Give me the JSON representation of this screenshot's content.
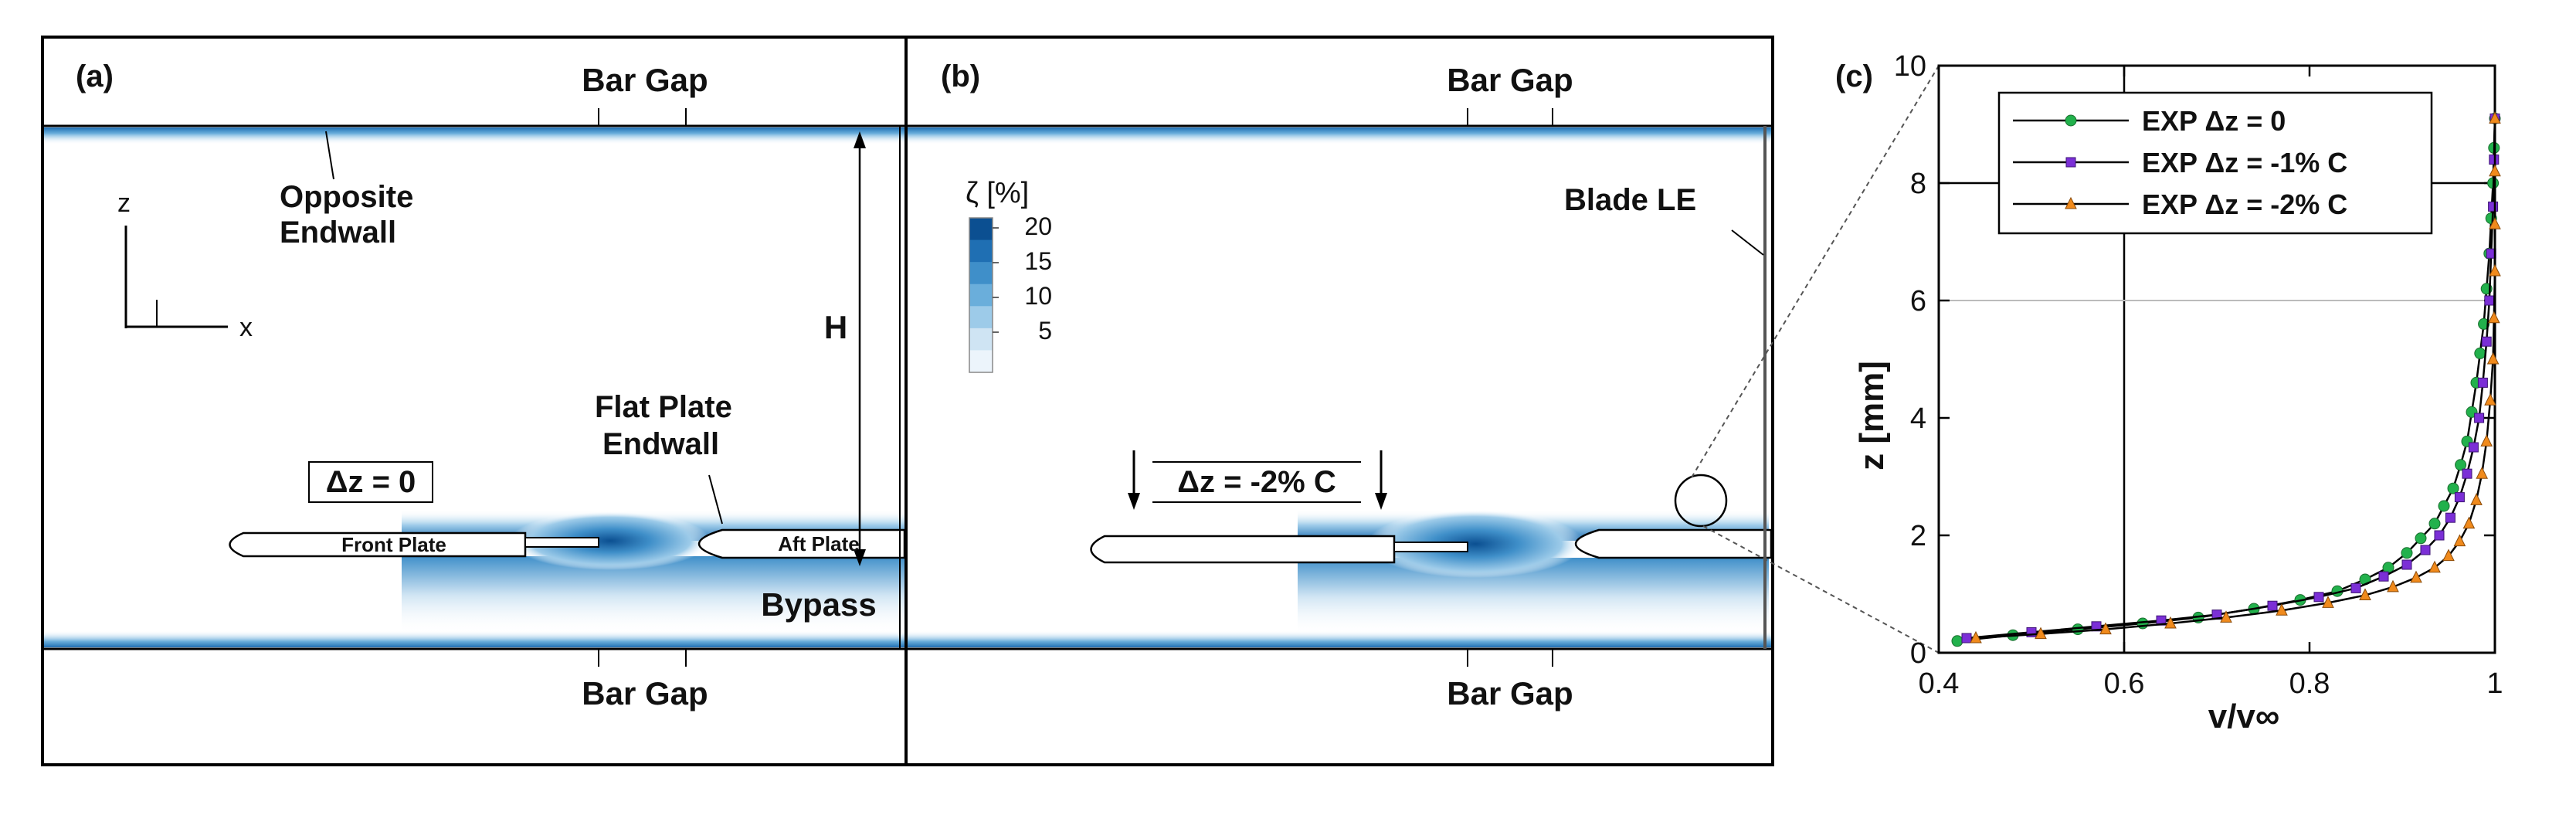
{
  "panel_a": {
    "label": "(a)",
    "bar_gap_top": "Bar Gap",
    "bar_gap_bottom": "Bar Gap",
    "opposite_endwall": [
      "Opposite",
      "Endwall"
    ],
    "axis_z": "z",
    "axis_x": "x",
    "height_label": "H",
    "flat_plate_endwall": [
      "Flat Plate",
      "Endwall"
    ],
    "delta_z": "Δz = 0",
    "front_plate": "Front Plate",
    "aft_plate": "Aft Plate",
    "bypass": "Bypass"
  },
  "panel_b": {
    "label": "(b)",
    "bar_gap_top": "Bar Gap",
    "bar_gap_bottom": "Bar Gap",
    "colorbar_title": "ζ [%]",
    "colorbar_ticks": [
      "20",
      "15",
      "10",
      "5"
    ],
    "colorbar_colors": [
      "#0b4f91",
      "#1f6fb3",
      "#3f8fc9",
      "#6aaedb",
      "#9dcbe9",
      "#cfe4f3",
      "#ecf4fb"
    ],
    "blade_le": "Blade LE",
    "delta_z": "Δz = -2% C"
  },
  "chart_data": {
    "type": "line",
    "panel_label": "(c)",
    "xlabel": "v/v∞",
    "ylabel": "z [mm]",
    "xlim": [
      0.4,
      1.0
    ],
    "ylim": [
      0,
      10
    ],
    "xticks": [
      "0.4",
      "0.6",
      "0.8",
      "1"
    ],
    "yticks": [
      "0",
      "2",
      "4",
      "6",
      "8",
      "10"
    ],
    "grid": true,
    "legend_position": "top-right",
    "series": [
      {
        "name": "EXP Δz = 0",
        "color": "#22b14c",
        "marker": "circle",
        "x": [
          0.42,
          0.48,
          0.55,
          0.62,
          0.68,
          0.74,
          0.79,
          0.83,
          0.86,
          0.885,
          0.905,
          0.92,
          0.935,
          0.945,
          0.955,
          0.963,
          0.97,
          0.975,
          0.98,
          0.984,
          0.988,
          0.991,
          0.994,
          0.996,
          0.998,
          0.999,
          1.0
        ],
        "y": [
          0.2,
          0.3,
          0.4,
          0.5,
          0.6,
          0.75,
          0.9,
          1.05,
          1.25,
          1.45,
          1.7,
          1.95,
          2.2,
          2.5,
          2.8,
          3.2,
          3.6,
          4.1,
          4.6,
          5.1,
          5.6,
          6.2,
          6.8,
          7.4,
          8.0,
          8.6,
          9.1
        ]
      },
      {
        "name": "EXP Δz = -1% C",
        "color": "#7b2fd6",
        "marker": "square",
        "x": [
          0.43,
          0.5,
          0.57,
          0.64,
          0.7,
          0.76,
          0.81,
          0.85,
          0.88,
          0.905,
          0.925,
          0.94,
          0.952,
          0.962,
          0.97,
          0.977,
          0.983,
          0.987,
          0.991,
          0.994,
          0.996,
          0.998,
          0.999,
          1.0
        ],
        "y": [
          0.25,
          0.35,
          0.45,
          0.55,
          0.65,
          0.8,
          0.95,
          1.1,
          1.3,
          1.5,
          1.75,
          2.0,
          2.3,
          2.65,
          3.05,
          3.5,
          4.0,
          4.6,
          5.3,
          6.0,
          6.8,
          7.6,
          8.4,
          9.1
        ]
      },
      {
        "name": "EXP Δz = -2% C",
        "color": "#f08a1c",
        "marker": "triangle",
        "x": [
          0.44,
          0.51,
          0.58,
          0.65,
          0.71,
          0.77,
          0.82,
          0.86,
          0.89,
          0.915,
          0.935,
          0.95,
          0.962,
          0.972,
          0.98,
          0.986,
          0.991,
          0.995,
          0.998,
          0.999,
          1.0,
          1.0,
          1.0,
          1.0
        ],
        "y": [
          0.25,
          0.32,
          0.4,
          0.5,
          0.6,
          0.72,
          0.85,
          0.98,
          1.12,
          1.28,
          1.45,
          1.65,
          1.9,
          2.2,
          2.6,
          3.05,
          3.6,
          4.3,
          5.0,
          5.7,
          6.5,
          7.3,
          8.2,
          9.1
        ]
      }
    ]
  }
}
